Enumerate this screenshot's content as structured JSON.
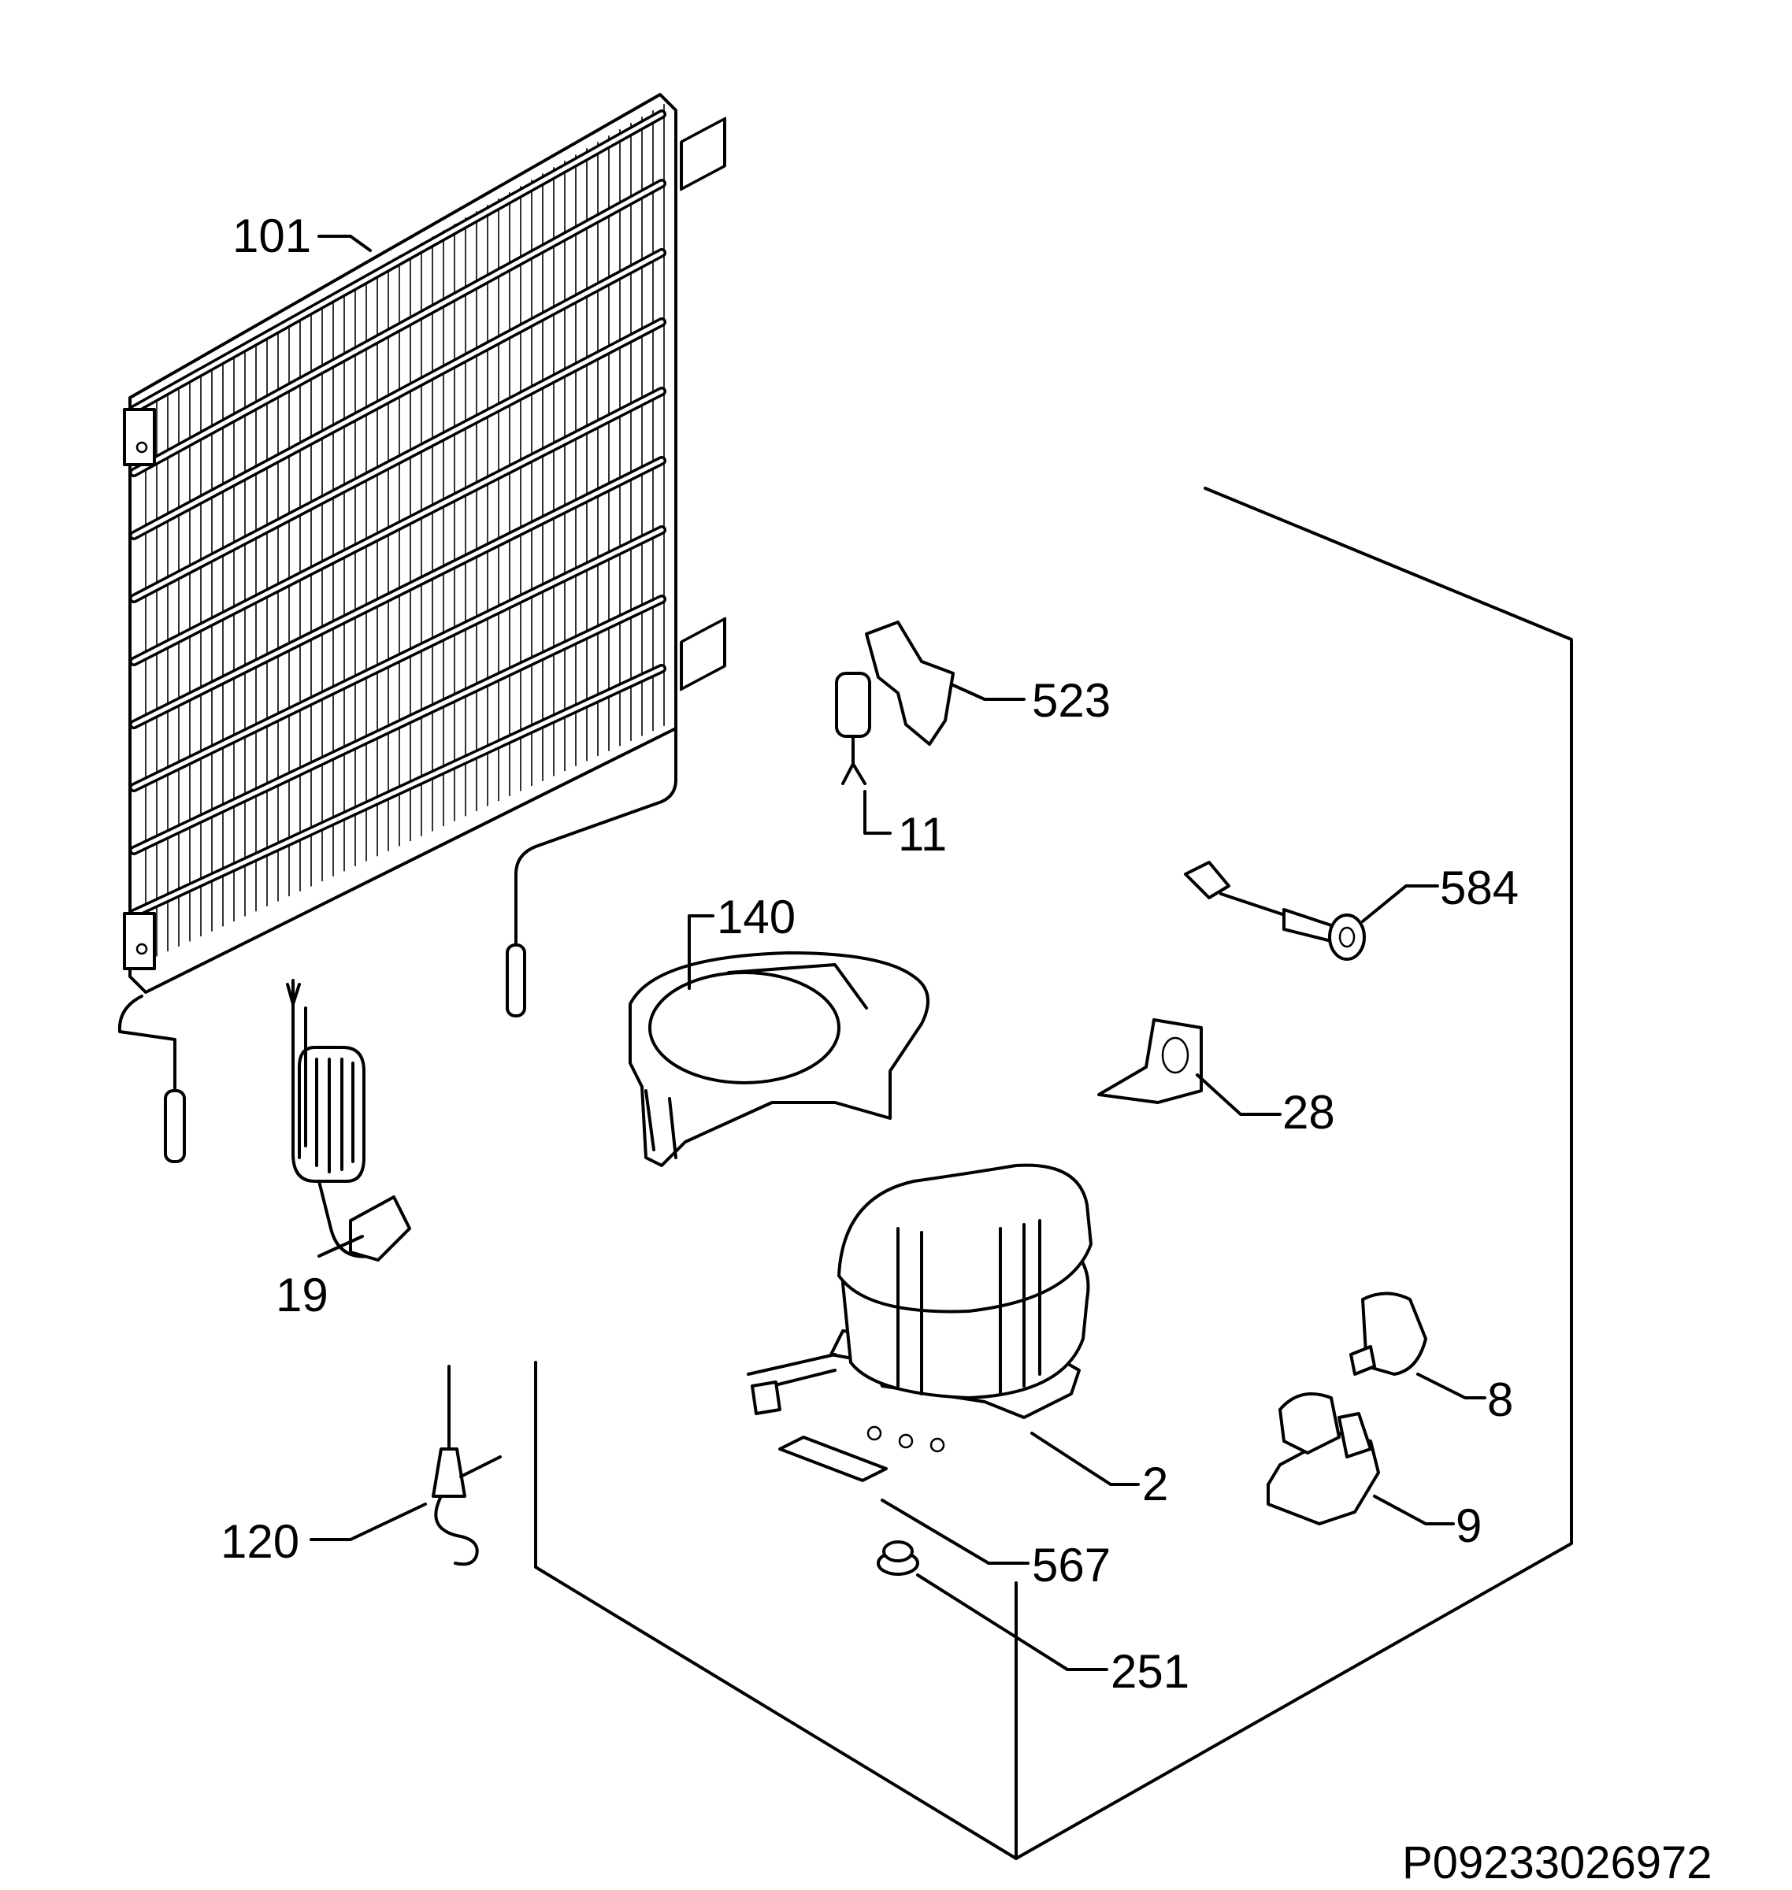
{
  "diagram": {
    "callouts": [
      {
        "id": "101",
        "label": "101"
      },
      {
        "id": "523",
        "label": "523"
      },
      {
        "id": "11",
        "label": "11"
      },
      {
        "id": "584",
        "label": "584"
      },
      {
        "id": "140",
        "label": "140"
      },
      {
        "id": "28",
        "label": "28"
      },
      {
        "id": "19",
        "label": "19"
      },
      {
        "id": "8",
        "label": "8"
      },
      {
        "id": "2",
        "label": "2"
      },
      {
        "id": "9",
        "label": "9"
      },
      {
        "id": "120",
        "label": "120"
      },
      {
        "id": "567",
        "label": "567"
      },
      {
        "id": "251",
        "label": "251"
      }
    ],
    "drawing_code": "P09233026972"
  }
}
